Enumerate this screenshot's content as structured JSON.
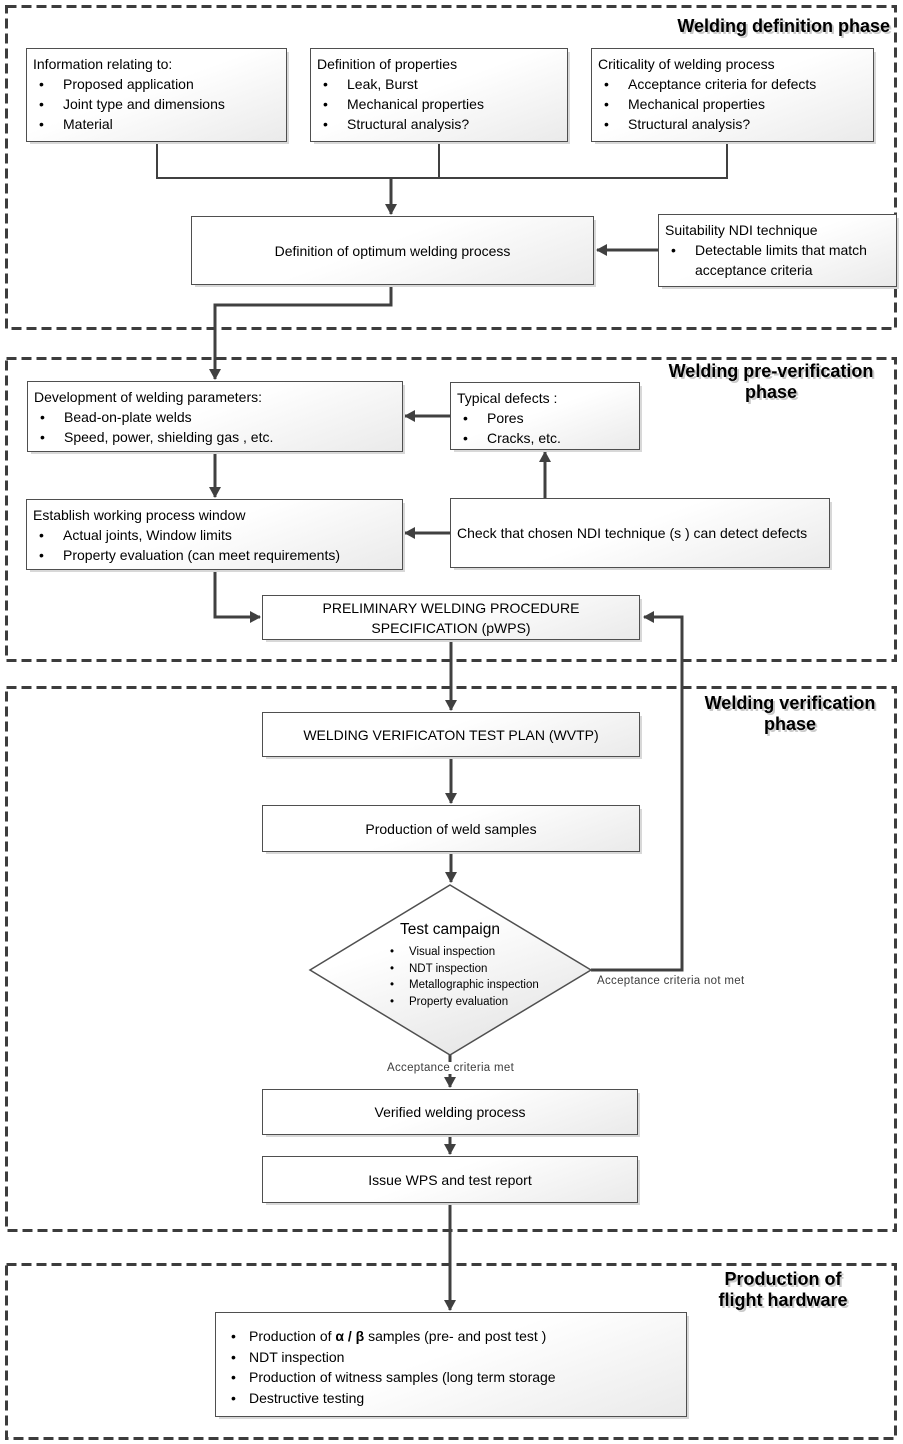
{
  "phases": {
    "definition": {
      "title": "Welding definition phase"
    },
    "pre_verification": {
      "line1": "Welding pre-verification",
      "line2": "phase"
    },
    "verification": {
      "line1": "Welding verification",
      "line2": "phase"
    },
    "production": {
      "line1": "Production of",
      "line2": "flight hardware"
    }
  },
  "boxes": {
    "information": {
      "title": "Information relating to:",
      "items": [
        "Proposed application",
        "Joint type and dimensions",
        "Material"
      ]
    },
    "properties": {
      "title": "Definition of properties",
      "items": [
        "Leak, Burst",
        "Mechanical properties",
        "Structural analysis?"
      ]
    },
    "criticality": {
      "title": "Criticality of welding process",
      "items": [
        "Acceptance criteria for defects",
        "Mechanical properties",
        "Structural analysis?"
      ]
    },
    "optimum": {
      "label": "Definition of optimum welding process"
    },
    "ndi": {
      "title": "Suitability NDI technique",
      "items": [
        "Detectable limits that match acceptance criteria"
      ]
    },
    "development": {
      "title": "Development of welding parameters:",
      "items": [
        "Bead-on-plate welds",
        "Speed, power, shielding gas , etc."
      ]
    },
    "defects": {
      "title": "Typical defects :",
      "items": [
        "Pores",
        "Cracks, etc."
      ]
    },
    "establish": {
      "title": "Establish working process window",
      "items": [
        "Actual joints, Window limits",
        "Property evaluation (can meet requirements)"
      ]
    },
    "check": {
      "label": "Check that chosen NDI technique (s ) can detect defects"
    },
    "pwps": {
      "label": "PRELIMINARY WELDING PROCEDURE SPECIFICATION (pWPS)"
    },
    "wvtp": {
      "label": "WELDING VERIFICATON TEST PLAN (WVTP)"
    },
    "samples": {
      "label": "Production of weld samples"
    },
    "verified": {
      "label": "Verified welding process"
    },
    "issue": {
      "label": "Issue WPS and test report"
    },
    "final": {
      "item1_pre": "Production of  ",
      "item1_greek": "α / β",
      "item1_post": "  samples (pre- and post test )",
      "items": [
        "NDT inspection",
        "Production of witness samples (long term storage",
        "Destructive testing"
      ]
    }
  },
  "diamond": {
    "title": "Test campaign",
    "items": [
      "Visual inspection",
      "NDT inspection",
      "Metallographic inspection",
      "Property evaluation"
    ]
  },
  "labels": {
    "criteria_not_met": "Acceptance criteria not met",
    "criteria_met": "Acceptance criteria met"
  },
  "colors": {
    "connector": "#404040",
    "box_border": "#4f4f4f",
    "phase_border": "#3c3c3c",
    "label_text": "#3d3d3d"
  }
}
